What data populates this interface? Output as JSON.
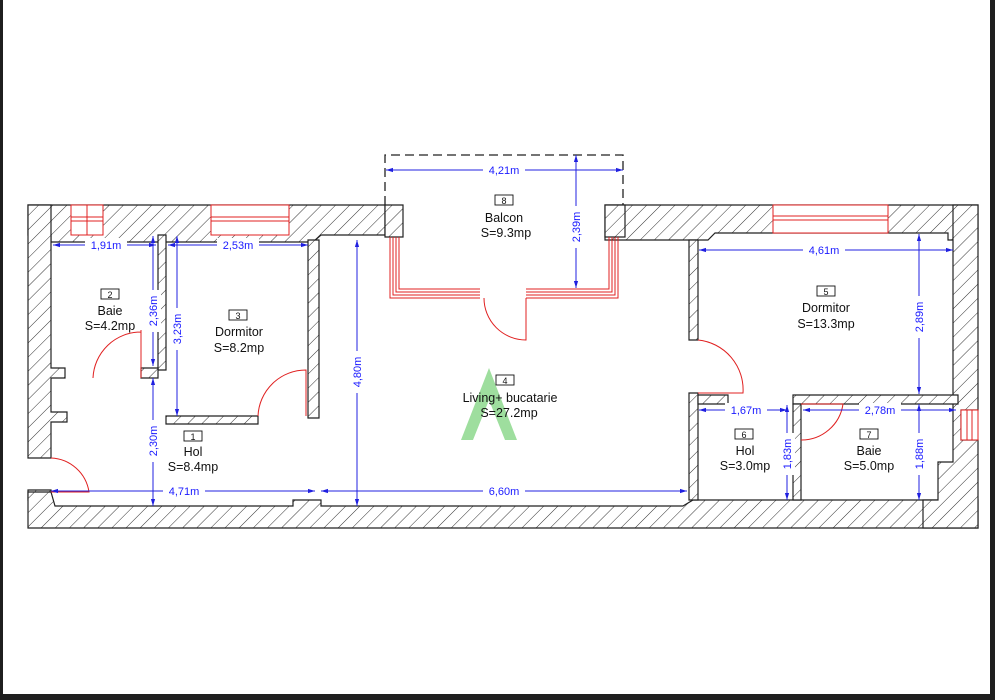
{
  "plan": {
    "rooms": [
      {
        "id": "1",
        "name": "Hol",
        "area": "S=8.4mp"
      },
      {
        "id": "2",
        "name": "Baie",
        "area": "S=4.2mp"
      },
      {
        "id": "3",
        "name": "Dormitor",
        "area": "S=8.2mp"
      },
      {
        "id": "4",
        "name": "Living+ bucatarie",
        "area": "S=27.2mp"
      },
      {
        "id": "5",
        "name": "Dormitor",
        "area": "S=13.3mp"
      },
      {
        "id": "6",
        "name": "Hol",
        "area": "S=3.0mp"
      },
      {
        "id": "7",
        "name": "Baie",
        "area": "S=5.0mp"
      },
      {
        "id": "8",
        "name": "Balcon",
        "area": "S=9.3mp"
      }
    ],
    "dimensions": {
      "baie_width": "1,91m",
      "baie_height": "2,36m",
      "dormitor3_width": "2,53m",
      "dormitor3_height": "3,23m",
      "hol1_height": "2,30m",
      "hol1_width": "4,71m",
      "living_height": "4,80m",
      "living_width": "6,60m",
      "balcon_width": "4,21m",
      "balcon_height": "2,39m",
      "dormitor5_width": "4,61m",
      "dormitor5_height": "2,89m",
      "hol6_width": "1,67m",
      "hol6_height": "1,83m",
      "baie7_width": "2,78m",
      "baie7_height": "1,88m"
    },
    "colors": {
      "dimension": "#1a1aff",
      "openings": "#e02020",
      "walls": "#222222",
      "watermark": "#7ed37e"
    }
  }
}
